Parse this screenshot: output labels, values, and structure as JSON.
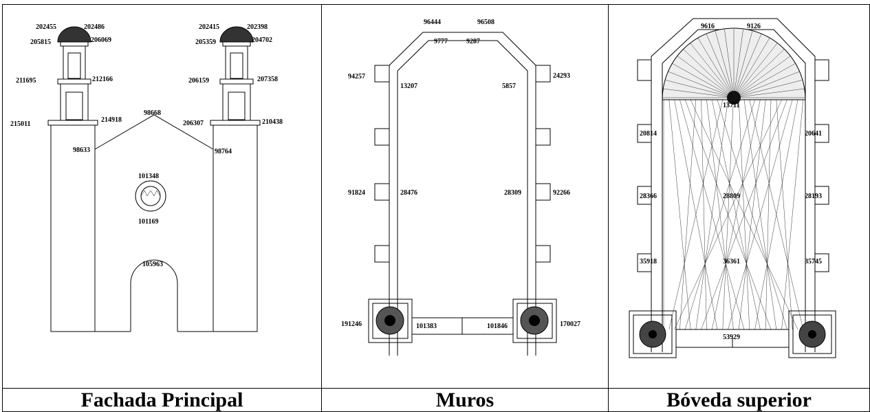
{
  "panels": [
    {
      "caption": "Fachada Principal",
      "labels": [
        "202455",
        "202486",
        "205815",
        "206069",
        "211695",
        "212166",
        "215011",
        "214918",
        "98668",
        "98633",
        "202415",
        "202398",
        "205359",
        "204702",
        "206159",
        "207358",
        "206307",
        "210438",
        "98764",
        "101348",
        "101169",
        "105963"
      ]
    },
    {
      "caption": "Muros",
      "labels": [
        "96444",
        "96508",
        "9777",
        "9287",
        "94257",
        "13207",
        "5857",
        "24293",
        "91824",
        "28476",
        "28309",
        "92266",
        "191246",
        "101383",
        "101846",
        "170027"
      ]
    },
    {
      "caption": "Bóveda superior",
      "labels": [
        "9616",
        "9126",
        "13711",
        "20814",
        "20641",
        "28366",
        "28809",
        "28193",
        "35918",
        "36361",
        "35745",
        "53929"
      ]
    }
  ]
}
